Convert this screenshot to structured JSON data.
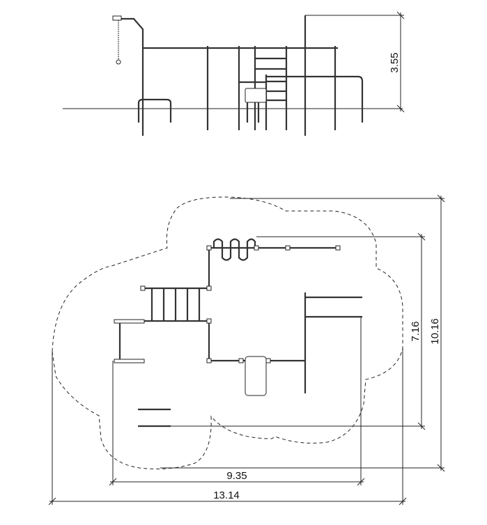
{
  "elevation": {
    "height_dim": "3.55"
  },
  "plan": {
    "width_inner_dim": "9.35",
    "width_outer_dim": "13.14",
    "depth_inner_dim": "7.16",
    "depth_outer_dim": "10.16"
  },
  "colors": {
    "line": "#222222"
  }
}
